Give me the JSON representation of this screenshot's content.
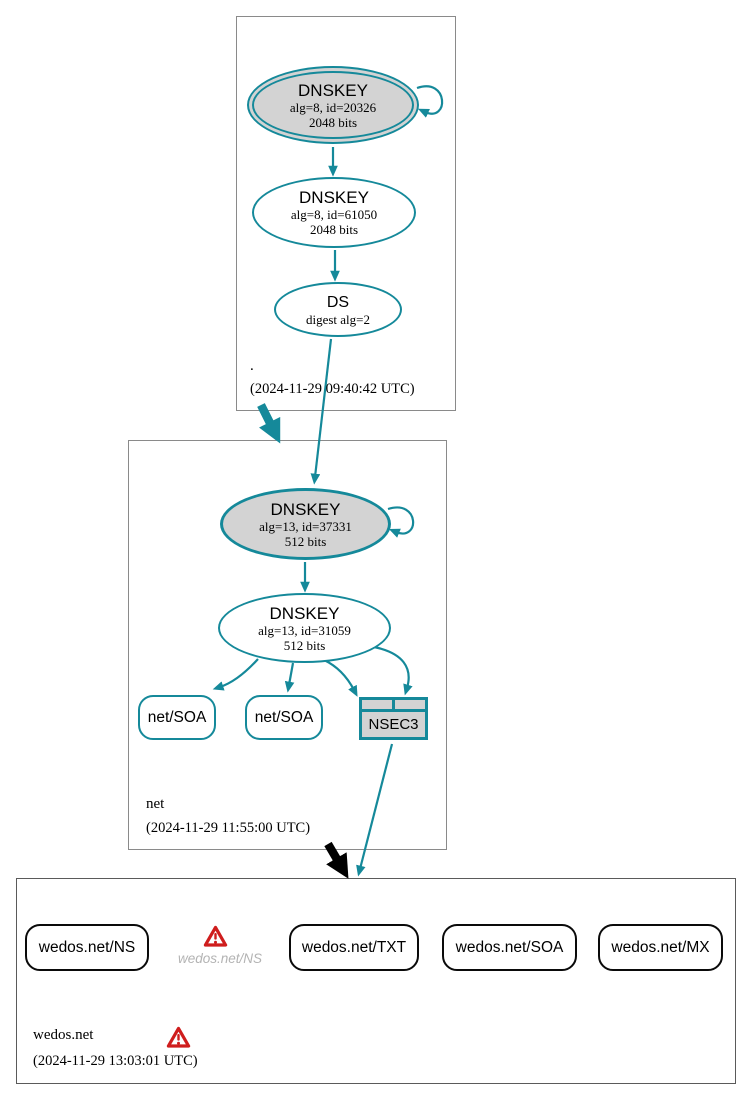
{
  "colors": {
    "secure_teal": "#15899a",
    "ksk_fill_gray": "#d3d3d3",
    "error_red": "#cf1d1d",
    "warn_text_gray": "#b3b3b3"
  },
  "zones": {
    "root": {
      "label": ".",
      "timestamp": "(2024-11-29 09:40:42 UTC)",
      "ksk": {
        "title": "DNSKEY",
        "detail": "alg=8, id=20326",
        "size": "2048 bits"
      },
      "zsk": {
        "title": "DNSKEY",
        "detail": "alg=8, id=61050",
        "size": "2048 bits"
      },
      "ds": {
        "title": "DS",
        "detail": "digest alg=2"
      }
    },
    "net": {
      "label": "net",
      "timestamp": "(2024-11-29 11:55:00 UTC)",
      "ksk": {
        "title": "DNSKEY",
        "detail": "alg=13, id=37331",
        "size": "512 bits"
      },
      "zsk": {
        "title": "DNSKEY",
        "detail": "alg=13, id=31059",
        "size": "512 bits"
      },
      "soa1": {
        "label": "net/SOA"
      },
      "soa2": {
        "label": "net/SOA"
      },
      "nsec3": {
        "label": "NSEC3"
      }
    },
    "wedos": {
      "label": "wedos.net",
      "timestamp": "(2024-11-29 13:03:01 UTC)",
      "rrsets": [
        {
          "label": "wedos.net/NS"
        },
        {
          "label": "wedos.net/TXT"
        },
        {
          "label": "wedos.net/SOA"
        },
        {
          "label": "wedos.net/MX"
        }
      ],
      "warning_rrset": {
        "label": "wedos.net/NS"
      }
    }
  }
}
